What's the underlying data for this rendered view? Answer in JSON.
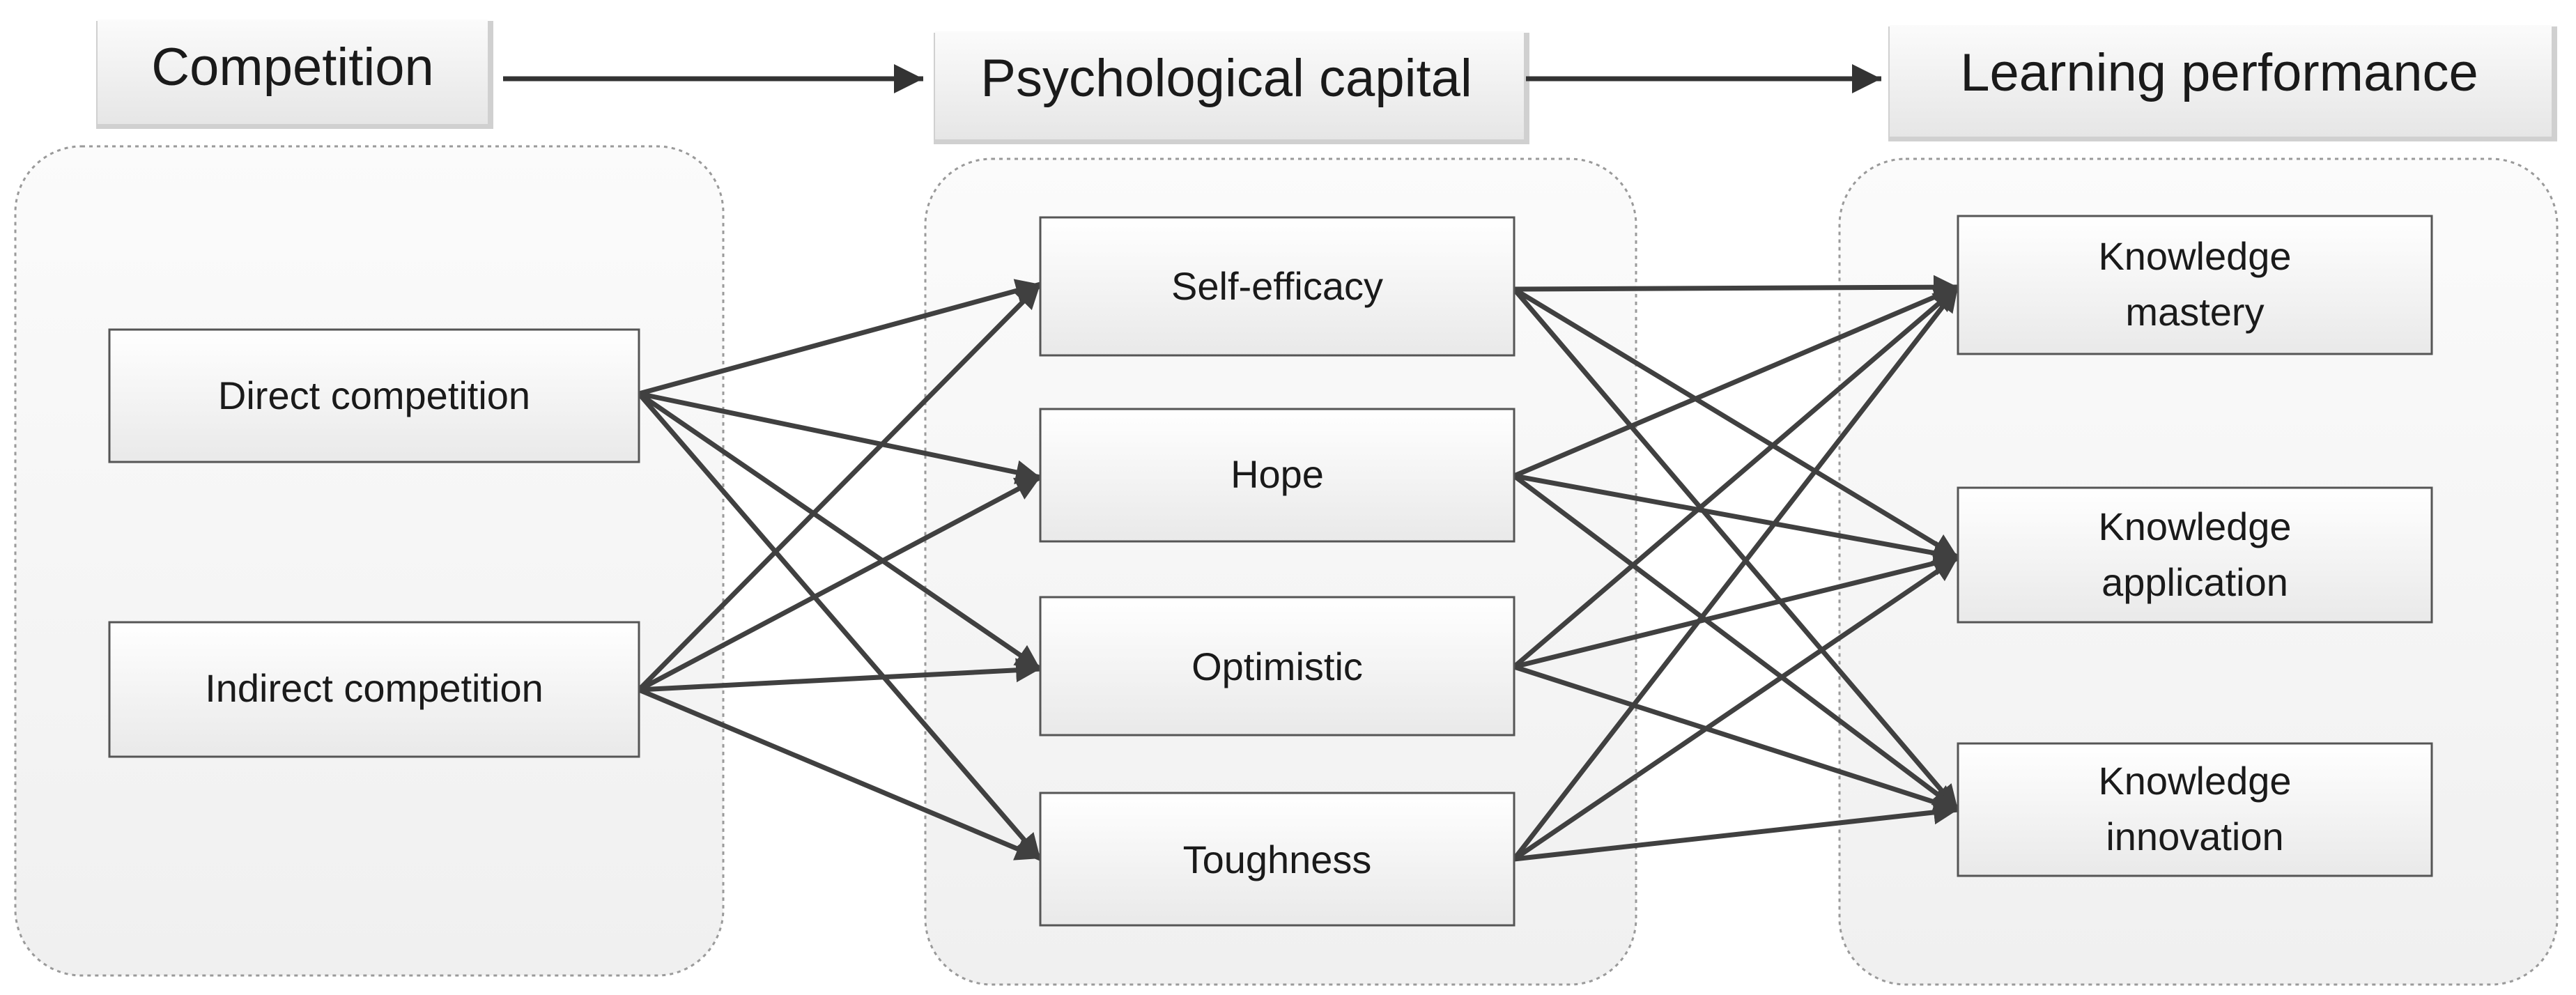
{
  "diagram": {
    "headers": [
      {
        "id": "competition",
        "label": "Competition"
      },
      {
        "id": "psycap",
        "label": "Psychological capital"
      },
      {
        "id": "learning",
        "label": "Learning performance"
      }
    ],
    "nodes": {
      "direct": {
        "lines": [
          "Direct competition"
        ]
      },
      "indirect": {
        "lines": [
          "Indirect competition"
        ]
      },
      "selfeff": {
        "lines": [
          "Self-efficacy"
        ]
      },
      "hope": {
        "lines": [
          "Hope"
        ]
      },
      "optim": {
        "lines": [
          "Optimistic"
        ]
      },
      "tough": {
        "lines": [
          "Toughness"
        ]
      },
      "mastery": {
        "lines": [
          "Knowledge",
          "mastery"
        ]
      },
      "application": {
        "lines": [
          "Knowledge",
          "application"
        ]
      },
      "innovation": {
        "lines": [
          "Knowledge",
          "innovation"
        ]
      }
    },
    "edges": [
      [
        "direct",
        "selfeff"
      ],
      [
        "direct",
        "hope"
      ],
      [
        "direct",
        "optim"
      ],
      [
        "direct",
        "tough"
      ],
      [
        "indirect",
        "selfeff"
      ],
      [
        "indirect",
        "hope"
      ],
      [
        "indirect",
        "optim"
      ],
      [
        "indirect",
        "tough"
      ],
      [
        "selfeff",
        "mastery"
      ],
      [
        "selfeff",
        "application"
      ],
      [
        "selfeff",
        "innovation"
      ],
      [
        "hope",
        "mastery"
      ],
      [
        "hope",
        "application"
      ],
      [
        "hope",
        "innovation"
      ],
      [
        "optim",
        "mastery"
      ],
      [
        "optim",
        "application"
      ],
      [
        "optim",
        "innovation"
      ],
      [
        "tough",
        "mastery"
      ],
      [
        "tough",
        "application"
      ],
      [
        "tough",
        "innovation"
      ]
    ],
    "colors": {
      "line": "#404040",
      "box_border": "#555555",
      "panel_border": "#9a9a9a"
    }
  }
}
